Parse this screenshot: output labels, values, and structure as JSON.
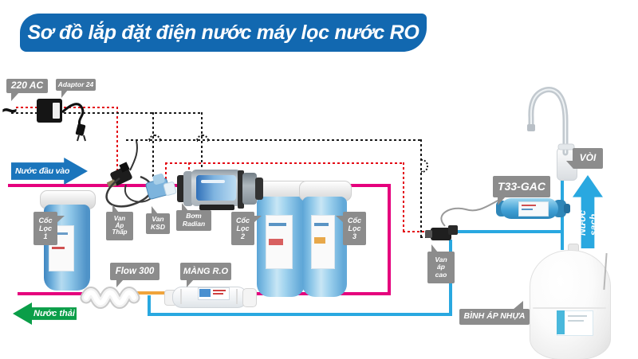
{
  "title": "Sơ đồ lắp đặt điện nước máy lọc nước RO",
  "power": {
    "ac_label": "220 AC",
    "adaptor_label": "Adaptor 24",
    "tilde": "~"
  },
  "flow_labels": {
    "input": "Nước đầu vào",
    "waste": "Nước thải",
    "clean": "Nước sạch"
  },
  "components": {
    "filter1": "Cốc\nLọc\n1",
    "low_pressure_valve": "Van\nÁp\nThấp",
    "ksd_valve": "Van\nKSD",
    "pump": "Bơm\nRadian",
    "filter2": "Cốc\nLọc\n2",
    "filter3": "Cốc\nLọc\n3",
    "flow_restrictor": "Flow 300",
    "ro_membrane": "MÀNG R.O",
    "high_pressure_valve": "Van\náp\ncao",
    "t33_gac": "T33-GAC",
    "faucet": "VÒI",
    "tank": "BÌNH ÁP NHỰA"
  },
  "colors": {
    "banner_blue": "#1268b0",
    "input_line_magenta": "#e5007d",
    "clean_line_cyan": "#29a8e0",
    "membrane_line_orange": "#f0a43c",
    "wire_red": "#e30613",
    "wire_black": "#1a1a1a",
    "label_gray": "#8c8c8c",
    "waste_green": "#0a9e48",
    "arrow_blue": "#1b75bc"
  }
}
